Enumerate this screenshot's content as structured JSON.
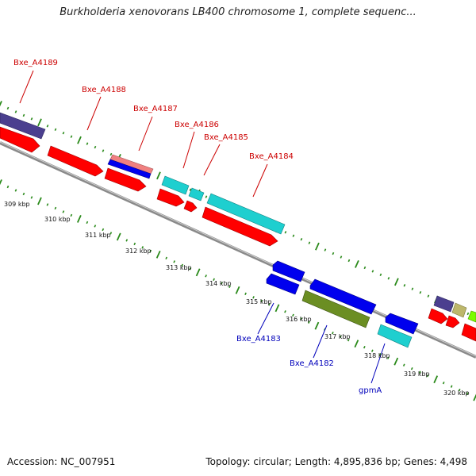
{
  "title": "Burkholderia xenovorans LB400 chromosome 1, complete sequenc...",
  "footer": {
    "accession": "Accession: NC_007951",
    "summary": "Topology: circular; Length: 4,895,836 bp; Genes: 4,498"
  },
  "colors": {
    "backbone": "#8a8a8a",
    "tick_dots": "#2a8a1a",
    "label_red": "#cc0000",
    "label_blue": "#0000bb",
    "red_gene": "#ff0000",
    "blue_gene": "#0000ee",
    "cyan_gene": "#1ecfcf",
    "olive_gene": "#6b8e23",
    "purple_gene": "#4b3f8f",
    "khaki_gene": "#bdb76b",
    "pink_gene": "#f08080",
    "lime_gene": "#7cfc00"
  },
  "ticks": [
    "309 kbp",
    "310 kbp",
    "311 kbp",
    "312 kbp",
    "313 kbp",
    "314 kbp",
    "315 kbp",
    "316 kbp",
    "317 kbp",
    "318 kbp",
    "319 kbp",
    "320 kbp"
  ],
  "gene_labels_top": [
    "Bxe_A4189",
    "Bxe_A4188",
    "Bxe_A4187",
    "Bxe_A4186",
    "Bxe_A4185",
    "Bxe_A4184"
  ],
  "gene_labels_bottom": [
    "Bxe_A4183",
    "Bxe_A4182",
    "gpmA"
  ]
}
